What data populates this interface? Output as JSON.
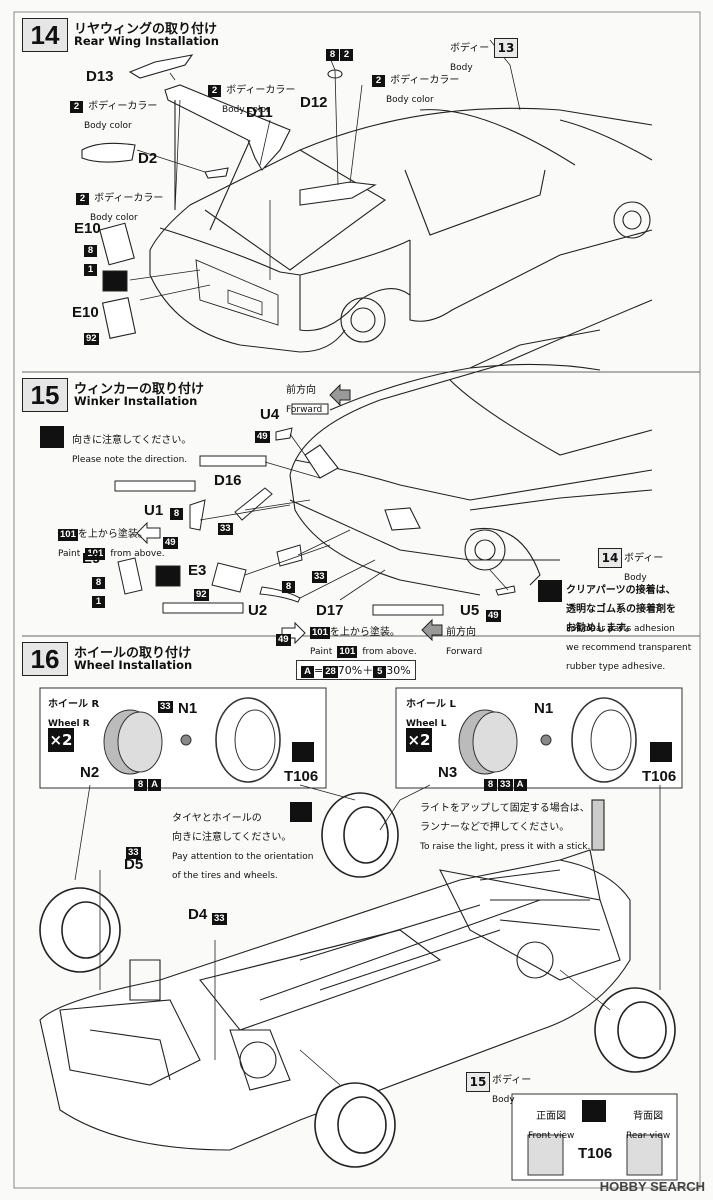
{
  "steps": [
    {
      "number": "14",
      "title_jp": "リヤウィングの取り付け",
      "title_en": "Rear Wing Installation"
    },
    {
      "number": "15",
      "title_jp": "ウィンカーの取り付け",
      "title_en": "Winker Installation"
    },
    {
      "number": "16",
      "title_jp": "ホイールの取り付け",
      "title_en": "Wheel Installation"
    }
  ],
  "body_color": {
    "jp": "ボディーカラー",
    "en": "Body color"
  },
  "body": {
    "jp": "ボディー",
    "en": "Body"
  },
  "ref_numbers": {
    "s14_body": "13",
    "s15_body": "14",
    "s16_body": "15"
  },
  "step14": {
    "parts": {
      "d13": "D13",
      "d11": "D11",
      "d12": "D12",
      "d2": "D2",
      "e10a": "E10",
      "e10b": "E10"
    },
    "paint": {
      "p2a": "2",
      "p2b": "2",
      "p2c": "2",
      "p2d": "2",
      "d12a": "8",
      "d12b": "2",
      "e10a1": "8",
      "e10a2": "1",
      "e10b1": "92"
    }
  },
  "step15": {
    "parts": {
      "u4": "U4",
      "d16": "D16",
      "u1": "U1",
      "e9": "E9",
      "e3": "E3",
      "u2": "U2",
      "d17": "D17",
      "u5": "U5"
    },
    "paint": {
      "u4": "49",
      "u1a": "8",
      "u1b": "49",
      "d16": "33",
      "e9a": "8",
      "e9b": "1",
      "e3": "92",
      "d17a": "8",
      "d17b": "33",
      "u2": "49",
      "u5": "49",
      "note1": "101",
      "note1b": "101",
      "note2": "101",
      "note2b": "101"
    },
    "forward_jp": "前方向",
    "forward_en": "Forward",
    "note_direction_jp": "向きに注意してください。",
    "note_direction_en": "Please note the direction.",
    "paint_above_jp": "を上から塗装。",
    "paint_above_pre_en": "Paint",
    "paint_above_en": "from above.",
    "clear_jp_1": "クリアパーツの接着は、",
    "clear_jp_2": "透明なゴム系の接着剤を",
    "clear_jp_3": "お勧めします。",
    "clear_en_1": "For clear parts adhesion",
    "clear_en_2": "we recommend transparent",
    "clear_en_3": "rubber type adhesive."
  },
  "step16": {
    "mix": {
      "a": "A",
      "eq": "=",
      "c1": "28",
      "p1": "70%＋",
      "c2": "5",
      "p2": "30%"
    },
    "wheel_r": {
      "jp": "ホイール R",
      "en": "Wheel R",
      "qty": "×2",
      "n_center": "N1",
      "n_wheel": "N2",
      "tire": "T106",
      "paint1": "33",
      "paint2": "8",
      "paint3": "A"
    },
    "wheel_l": {
      "jp": "ホイール L",
      "en": "Wheel L",
      "qty": "×2",
      "n_center": "N1",
      "n_wheel": "N3",
      "tire": "T106",
      "paint1": "8",
      "paint2": "33",
      "paint3": "A"
    },
    "tire_note_jp_1": "タイヤとホイールの",
    "tire_note_jp_2": "向きに注意してください。",
    "tire_note_en_1": "Pay attention to the orientation",
    "tire_note_en_2": "of the tires and wheels.",
    "light_jp_1": "ライトをアップして固定する場合は、",
    "light_jp_2": "ランナーなどで押してください。",
    "light_en": "To raise the light, press it with a stick.",
    "d5": "D5",
    "d5_paint": "33",
    "d4": "D4",
    "d4_paint": "33",
    "front_view_jp": "正面図",
    "front_view_en": "Front view",
    "rear_view_jp": "背面図",
    "rear_view_en": "Rear view",
    "tire_code": "T106"
  },
  "watermark": "HOBBY SEARCH"
}
